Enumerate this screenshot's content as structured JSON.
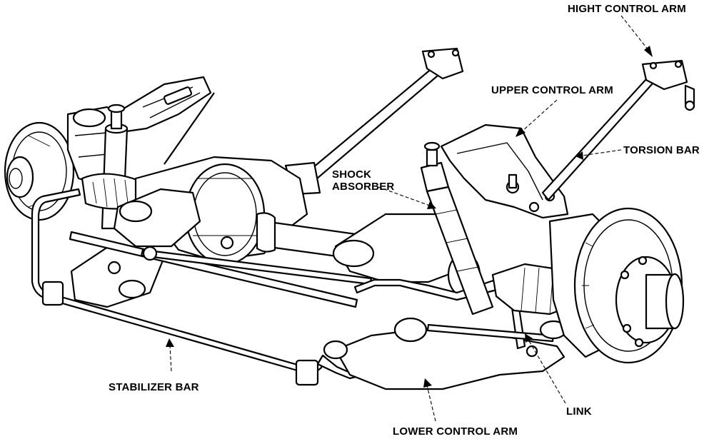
{
  "labels": {
    "hight_control_arm": "HIGHT CONTROL ARM",
    "upper_control_arm": "UPPER CONTROL ARM",
    "torsion_bar": "TORSION BAR",
    "shock_absorber_line1": "SHOCK",
    "shock_absorber_line2": "ABSORBER",
    "stabilizer_bar": "STABILIZER BAR",
    "link": "LINK",
    "lower_control_arm": "LOWER CONTROL ARM"
  }
}
